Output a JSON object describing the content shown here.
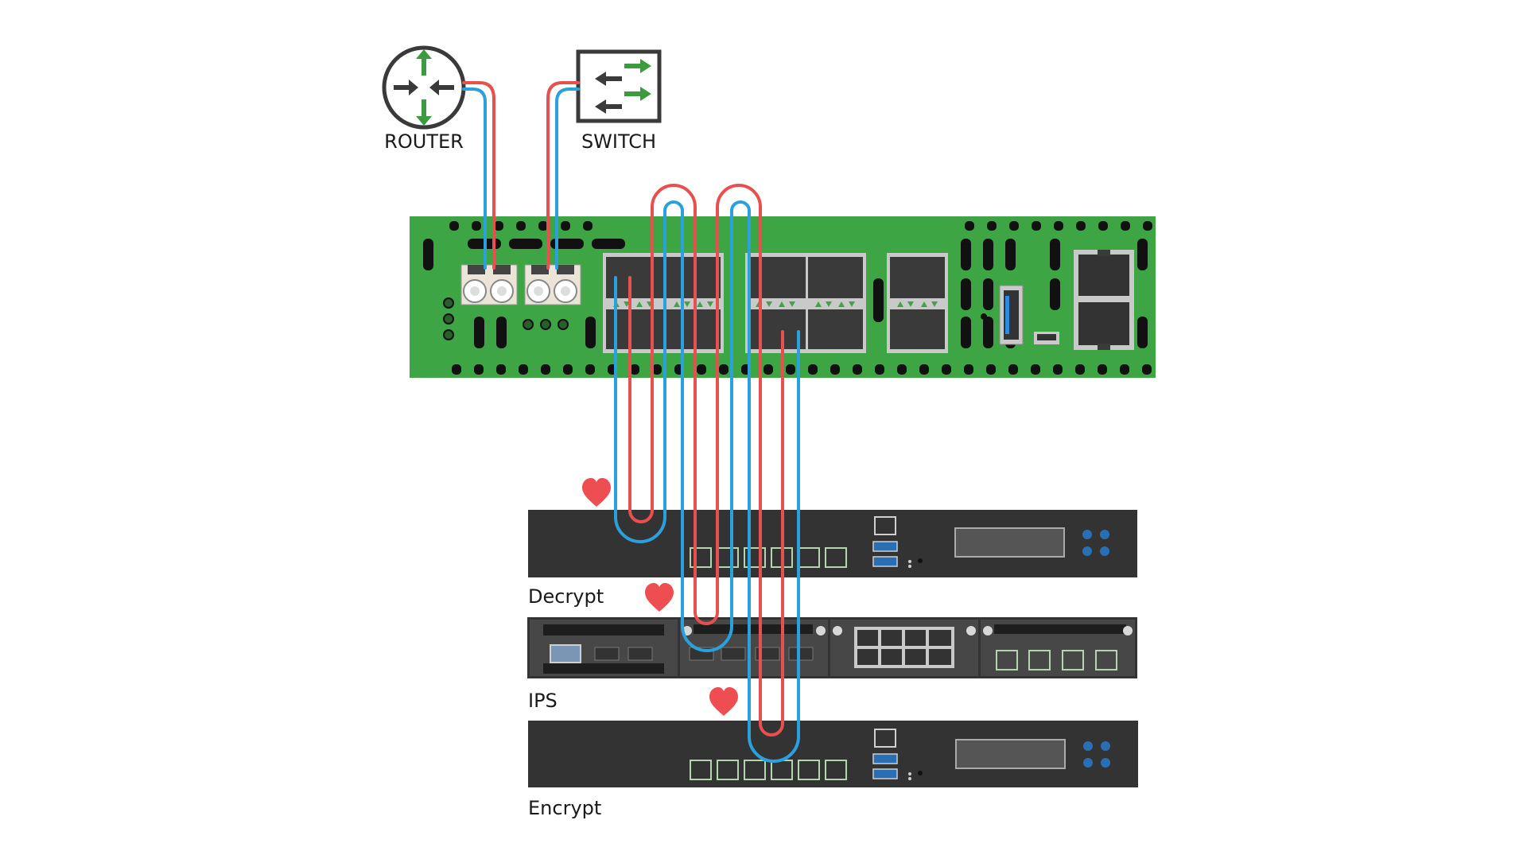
{
  "devices": {
    "router": {
      "label": "ROUTER",
      "icon": "router-icon"
    },
    "switch": {
      "label": "SWITCH",
      "icon": "switch-icon"
    },
    "packet_broker": {
      "icon": "network-packet-broker"
    },
    "tools": [
      {
        "label": "Decrypt",
        "icon": "heart-icon"
      },
      {
        "label": "IPS",
        "icon": "heart-icon"
      },
      {
        "label": "Encrypt",
        "icon": "heart-icon"
      }
    ]
  },
  "colors": {
    "broker": "#3ea545",
    "cable_red": "#e8504f",
    "cable_blue": "#2aa0dc",
    "heart": "#ee4d52",
    "appliance": "#333333",
    "icon_green": "#3c9b3f"
  }
}
